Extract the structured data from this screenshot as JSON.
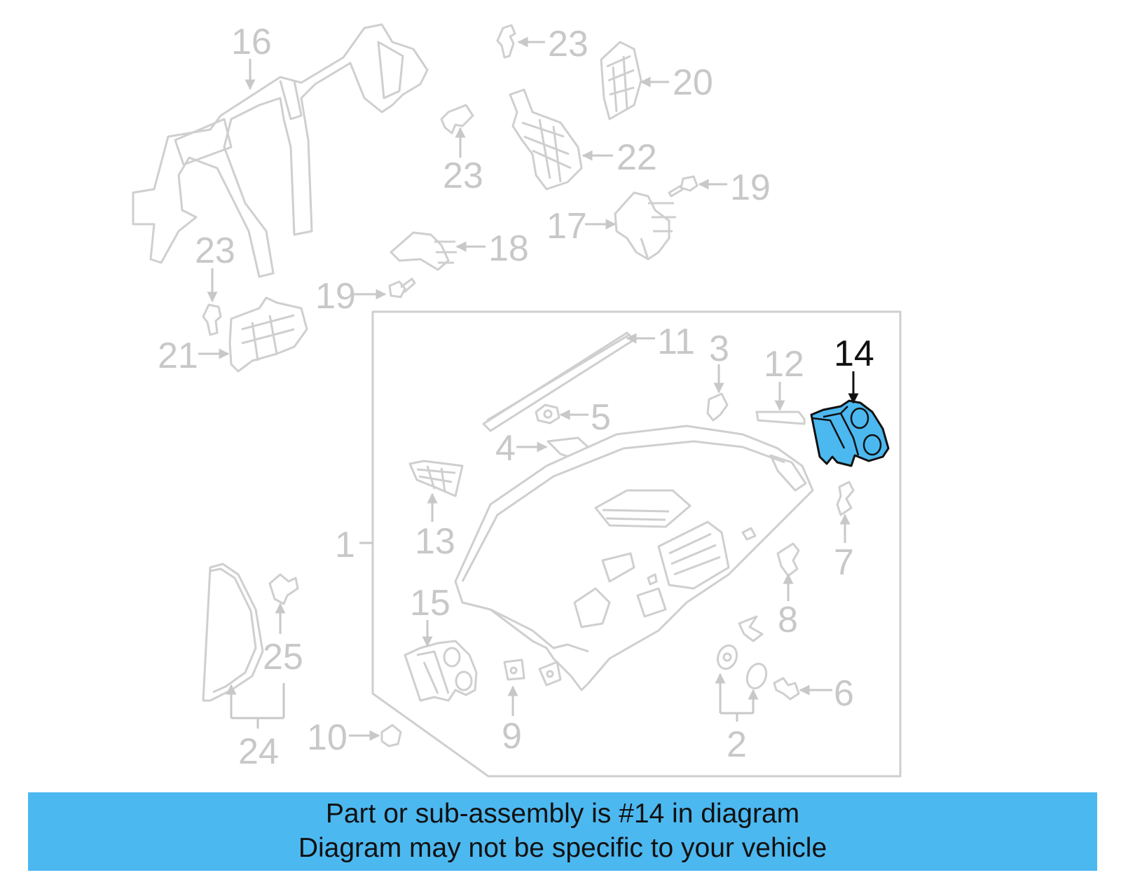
{
  "diagram": {
    "highlight_color": "#4cb8f0",
    "highlighted_part": "14",
    "callouts": {
      "c1": "1",
      "c2": "2",
      "c3": "3",
      "c4": "4",
      "c5": "5",
      "c6": "6",
      "c7": "7",
      "c8": "8",
      "c9": "9",
      "c10": "10",
      "c11": "11",
      "c12": "12",
      "c13": "13",
      "c14": "14",
      "c15": "15",
      "c16": "16",
      "c17": "17",
      "c18": "18",
      "c19a": "19",
      "c19b": "19",
      "c20": "20",
      "c21": "21",
      "c22": "22",
      "c23a": "23",
      "c23b": "23",
      "c23c": "23",
      "c24": "24",
      "c25": "25"
    }
  },
  "banner": {
    "line1": "Part or sub-assembly is #14 in diagram",
    "line2": "Diagram may not be specific to your vehicle",
    "color": "#4cb8f0"
  }
}
